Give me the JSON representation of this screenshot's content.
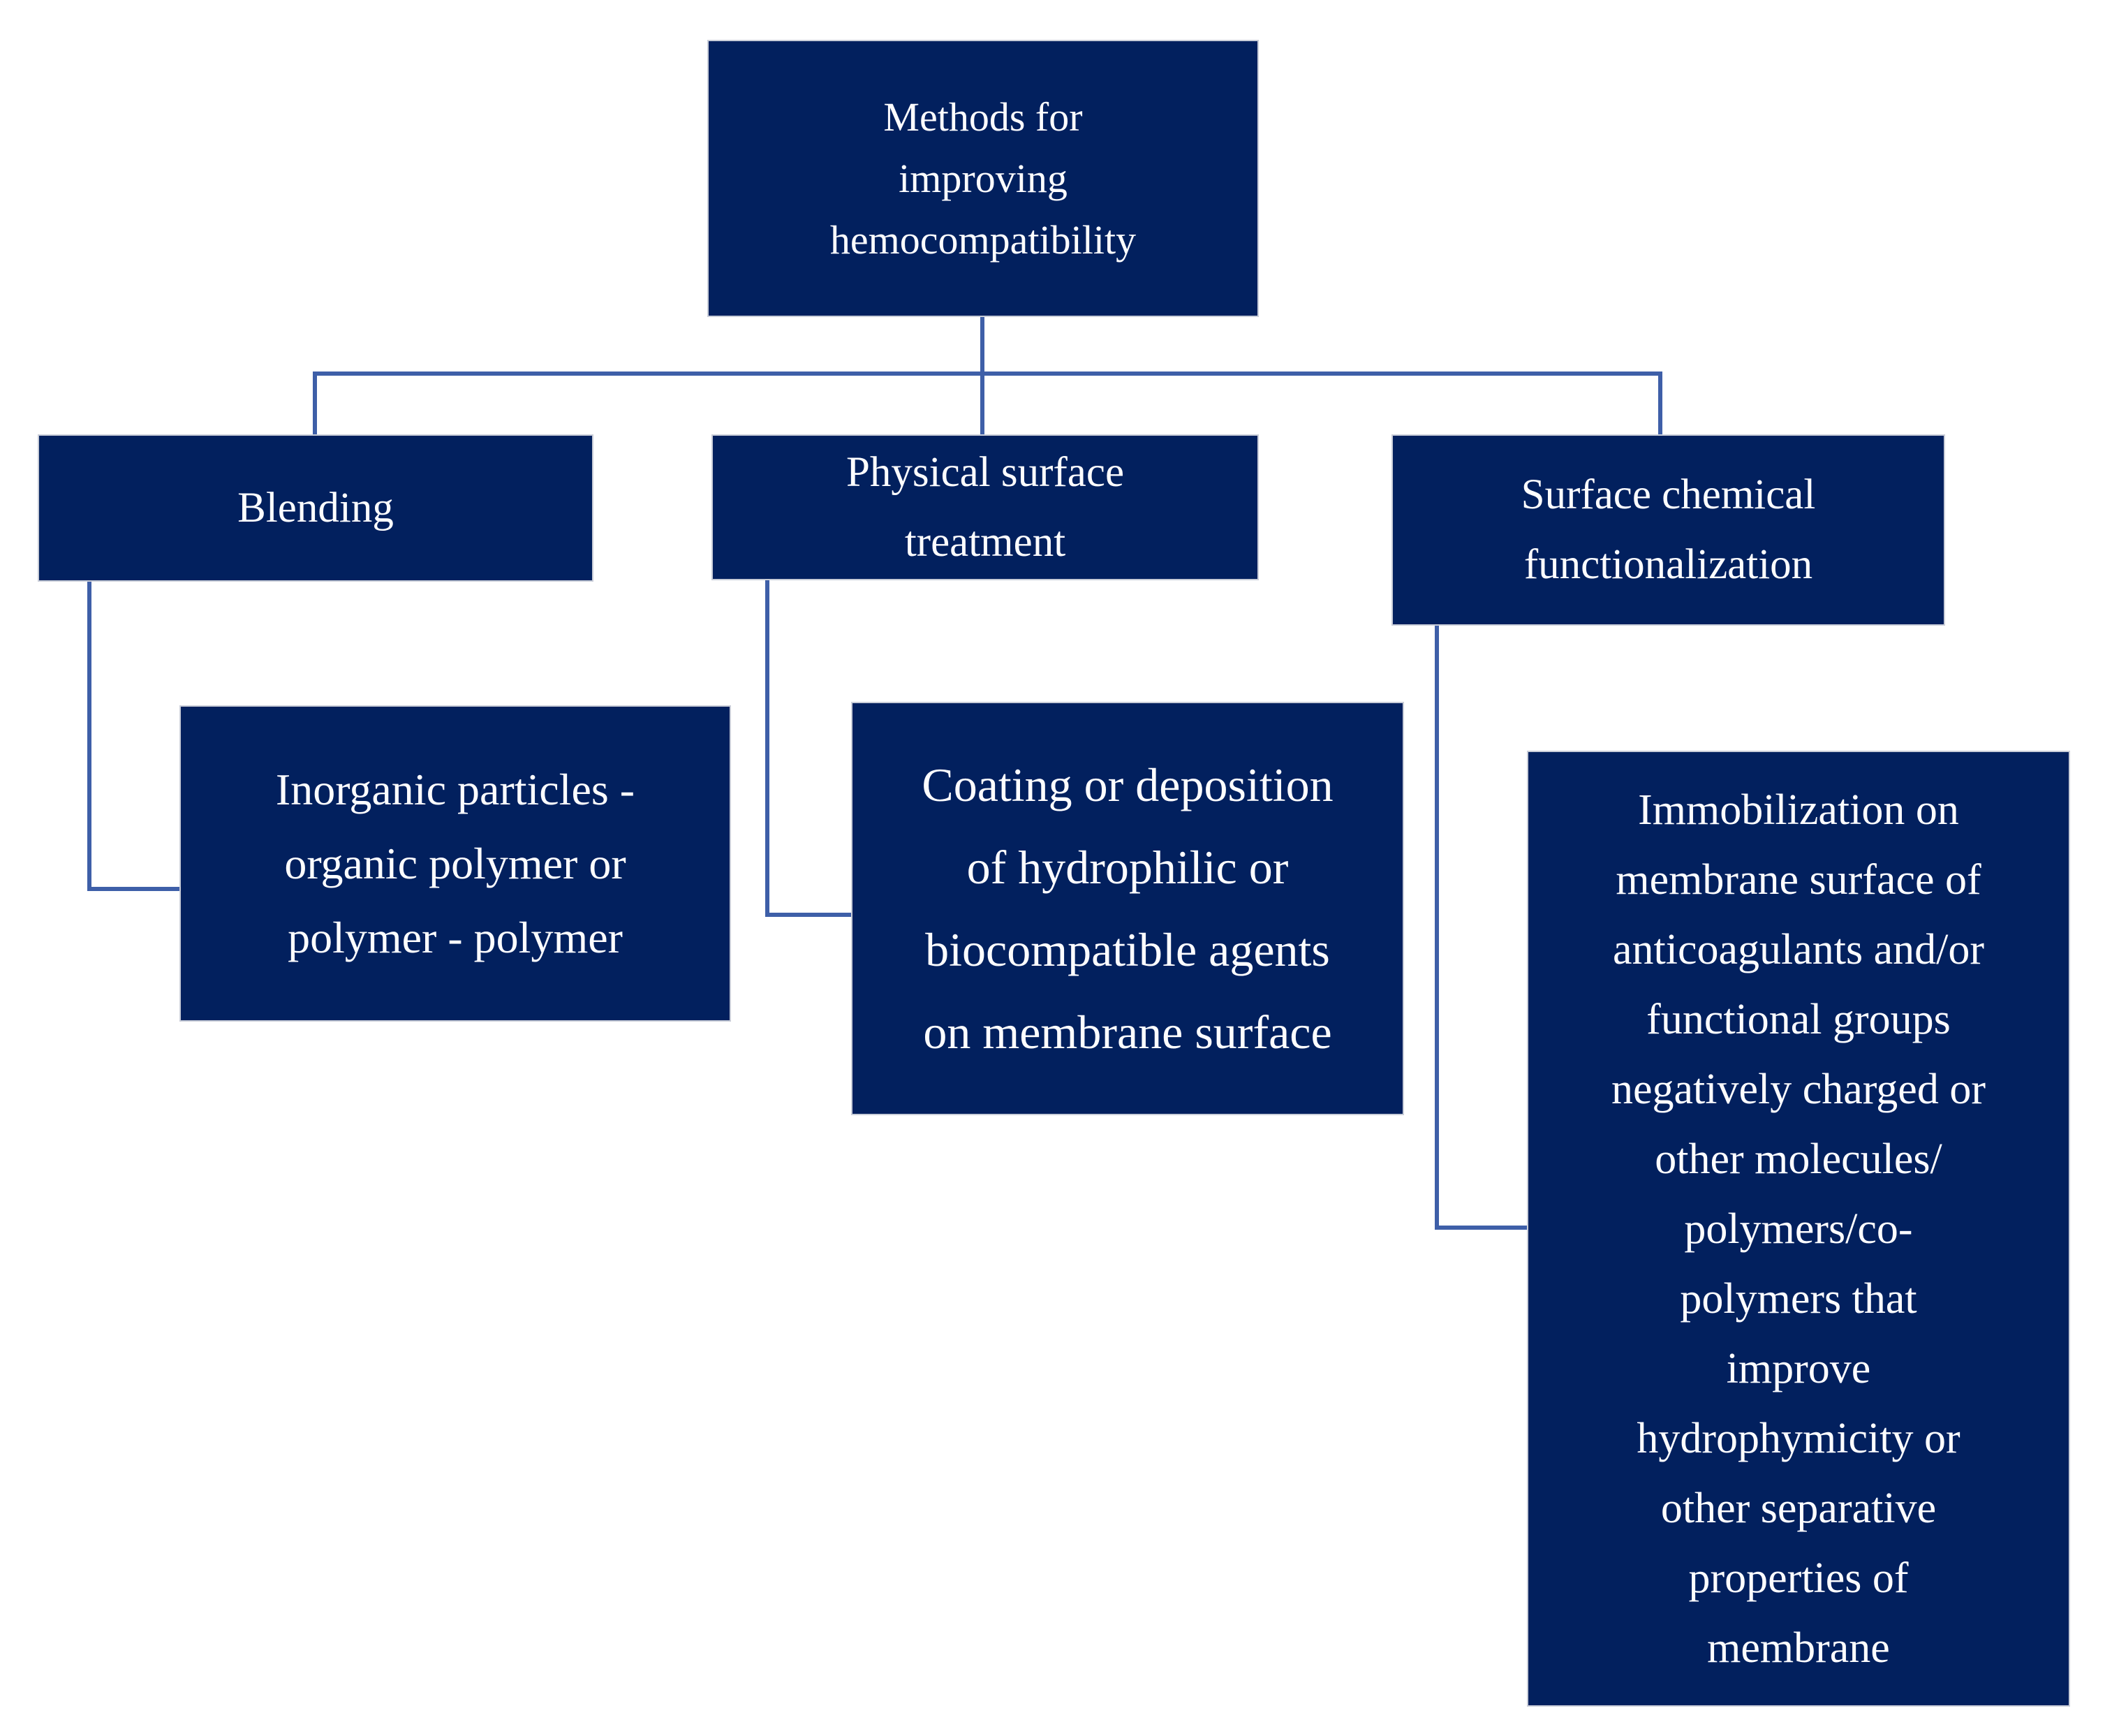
{
  "diagram": {
    "title": "Methods for improving hemocompatibility",
    "type": "hierarchy-flowchart",
    "colors": {
      "background": "#ffffff",
      "node_fill": "#02205e",
      "node_border": "#c9cdd8",
      "node_text": "#fdfdff",
      "connector": "#3e5fa8"
    },
    "nodes": {
      "root": {
        "text": "Methods for improving hemocompatibility",
        "lines": [
          "Methods for",
          "improving",
          "hemocompatibility"
        ]
      },
      "blending": {
        "text": "Blending",
        "lines": [
          "Blending"
        ],
        "parent": "root"
      },
      "physical": {
        "text": "Physical surface treatment",
        "lines": [
          "Physical surface",
          "treatment"
        ],
        "parent": "root"
      },
      "chemical": {
        "text": "Surface chemical functionalization",
        "lines": [
          "Surface chemical",
          "functionalization"
        ],
        "parent": "root"
      },
      "inorganic": {
        "text": "Inorganic particles - organic polymer or polymer - polymer",
        "lines": [
          "Inorganic particles -",
          "organic polymer or",
          "polymer - polymer"
        ],
        "parent": "blending"
      },
      "coating": {
        "text": "Coating or deposition of hydrophilic or biocompatible agents on membrane surface",
        "lines": [
          "Coating or deposition",
          "of hydrophilic or",
          "biocompatible agents",
          "on membrane surface"
        ],
        "parent": "physical"
      },
      "immobilization": {
        "text": "Immobilization on membrane surface of anticoagulants and/or functional groups negatively charged or other molecules/ polymers/co- polymers that improve hydrophymicity or other separative properties of membrane",
        "lines": [
          "Immobilization on",
          "membrane surface of",
          "anticoagulants and/or",
          "functional groups",
          "negatively charged or",
          "other molecules/",
          "polymers/co-",
          "polymers that",
          "improve",
          "hydrophymicity or",
          "other separative",
          "properties of",
          "membrane"
        ],
        "parent": "chemical"
      }
    }
  }
}
